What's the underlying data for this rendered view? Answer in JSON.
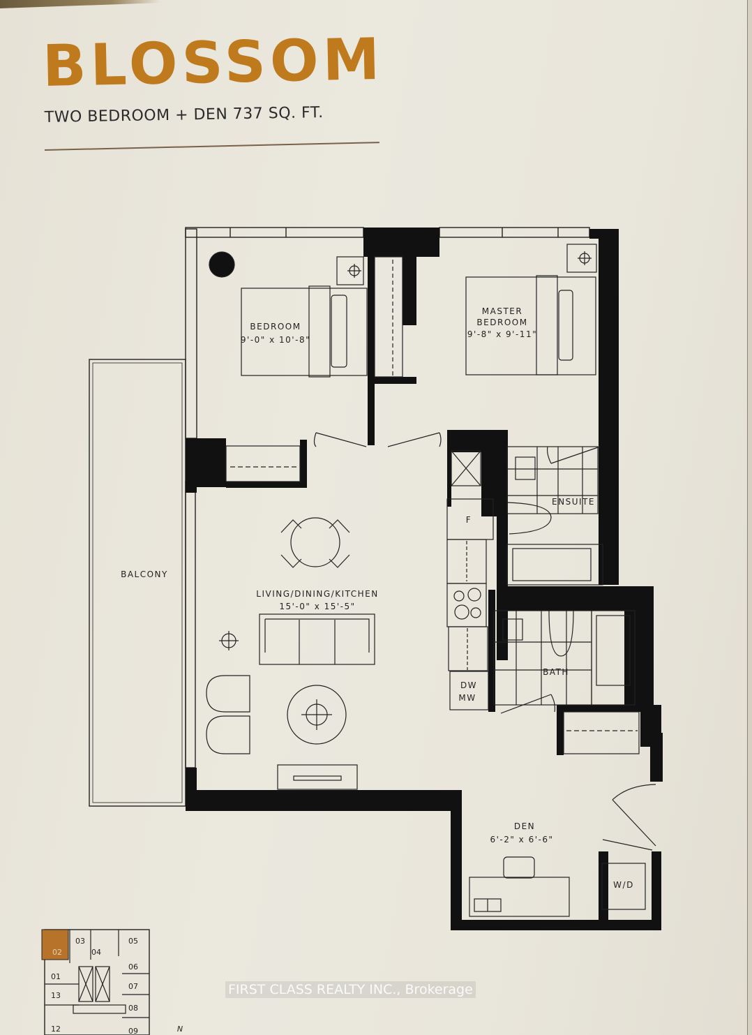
{
  "header": {
    "title": "BLOSSOM",
    "subtitle": "TWO BEDROOM + DEN 737 SQ. FT."
  },
  "colors": {
    "accent": "#c07a1e",
    "wall": "#111111",
    "paper": "#ebe8de",
    "line": "#222222"
  },
  "rooms": [
    {
      "name": "BEDROOM",
      "dims": "9'-0\" x 10'-8\""
    },
    {
      "name": "MASTER",
      "name2": "BEDROOM",
      "dims": "9'-8\" x 9'-11\""
    },
    {
      "name": "ENSUITE"
    },
    {
      "name": "LIVING/DINING/KITCHEN",
      "dims": "15'-0\" x 15'-5\""
    },
    {
      "name": "BALCONY"
    },
    {
      "name": "BATH"
    },
    {
      "name": "DEN",
      "dims": "6'-2\" x 6'-6\""
    },
    {
      "name": "W/D"
    }
  ],
  "fixtures": {
    "fridge": "F",
    "dw": "DW",
    "mw": "MW"
  },
  "keyplan": {
    "highlighted_unit": "02",
    "units": [
      "02",
      "03",
      "04",
      "05",
      "06",
      "01",
      "07",
      "13",
      "08",
      "12",
      "09"
    ],
    "north": "N"
  },
  "watermark": "FIRST CLASS REALTY INC., Brokerage"
}
